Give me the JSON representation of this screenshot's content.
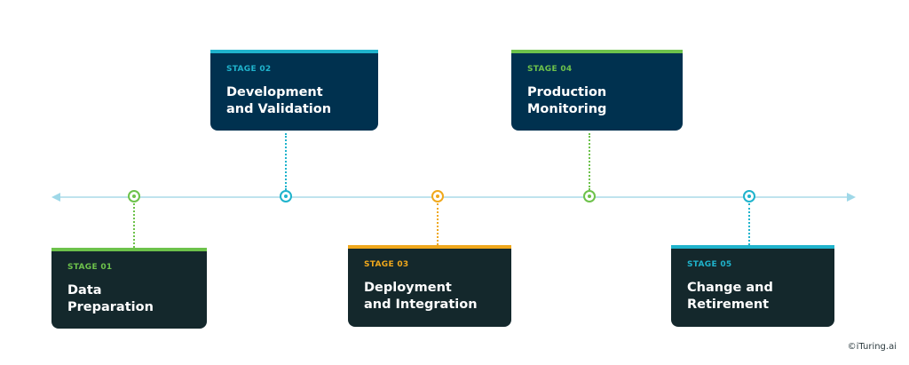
{
  "colors": {
    "green": "#6dc24b",
    "cyan": "#1fb3cc",
    "yellow": "#f0a81c",
    "navy": "#00314f",
    "slate": "#14282c",
    "timeline": "#bfe3ee"
  },
  "stages": [
    {
      "stage": "STAGE 01",
      "title": "Data\nPreparation",
      "accent": "#6dc24b"
    },
    {
      "stage": "STAGE 02",
      "title": "Development\nand Validation",
      "accent": "#1fb3cc"
    },
    {
      "stage": "STAGE 03",
      "title": "Deployment\nand Integration",
      "accent": "#f0a81c"
    },
    {
      "stage": "STAGE 04",
      "title": "Production\nMonitoring",
      "accent": "#6dc24b"
    },
    {
      "stage": "STAGE 05",
      "title": "Change and\nRetirement",
      "accent": "#1fb3cc"
    }
  ],
  "credit": "©iTuring.ai"
}
